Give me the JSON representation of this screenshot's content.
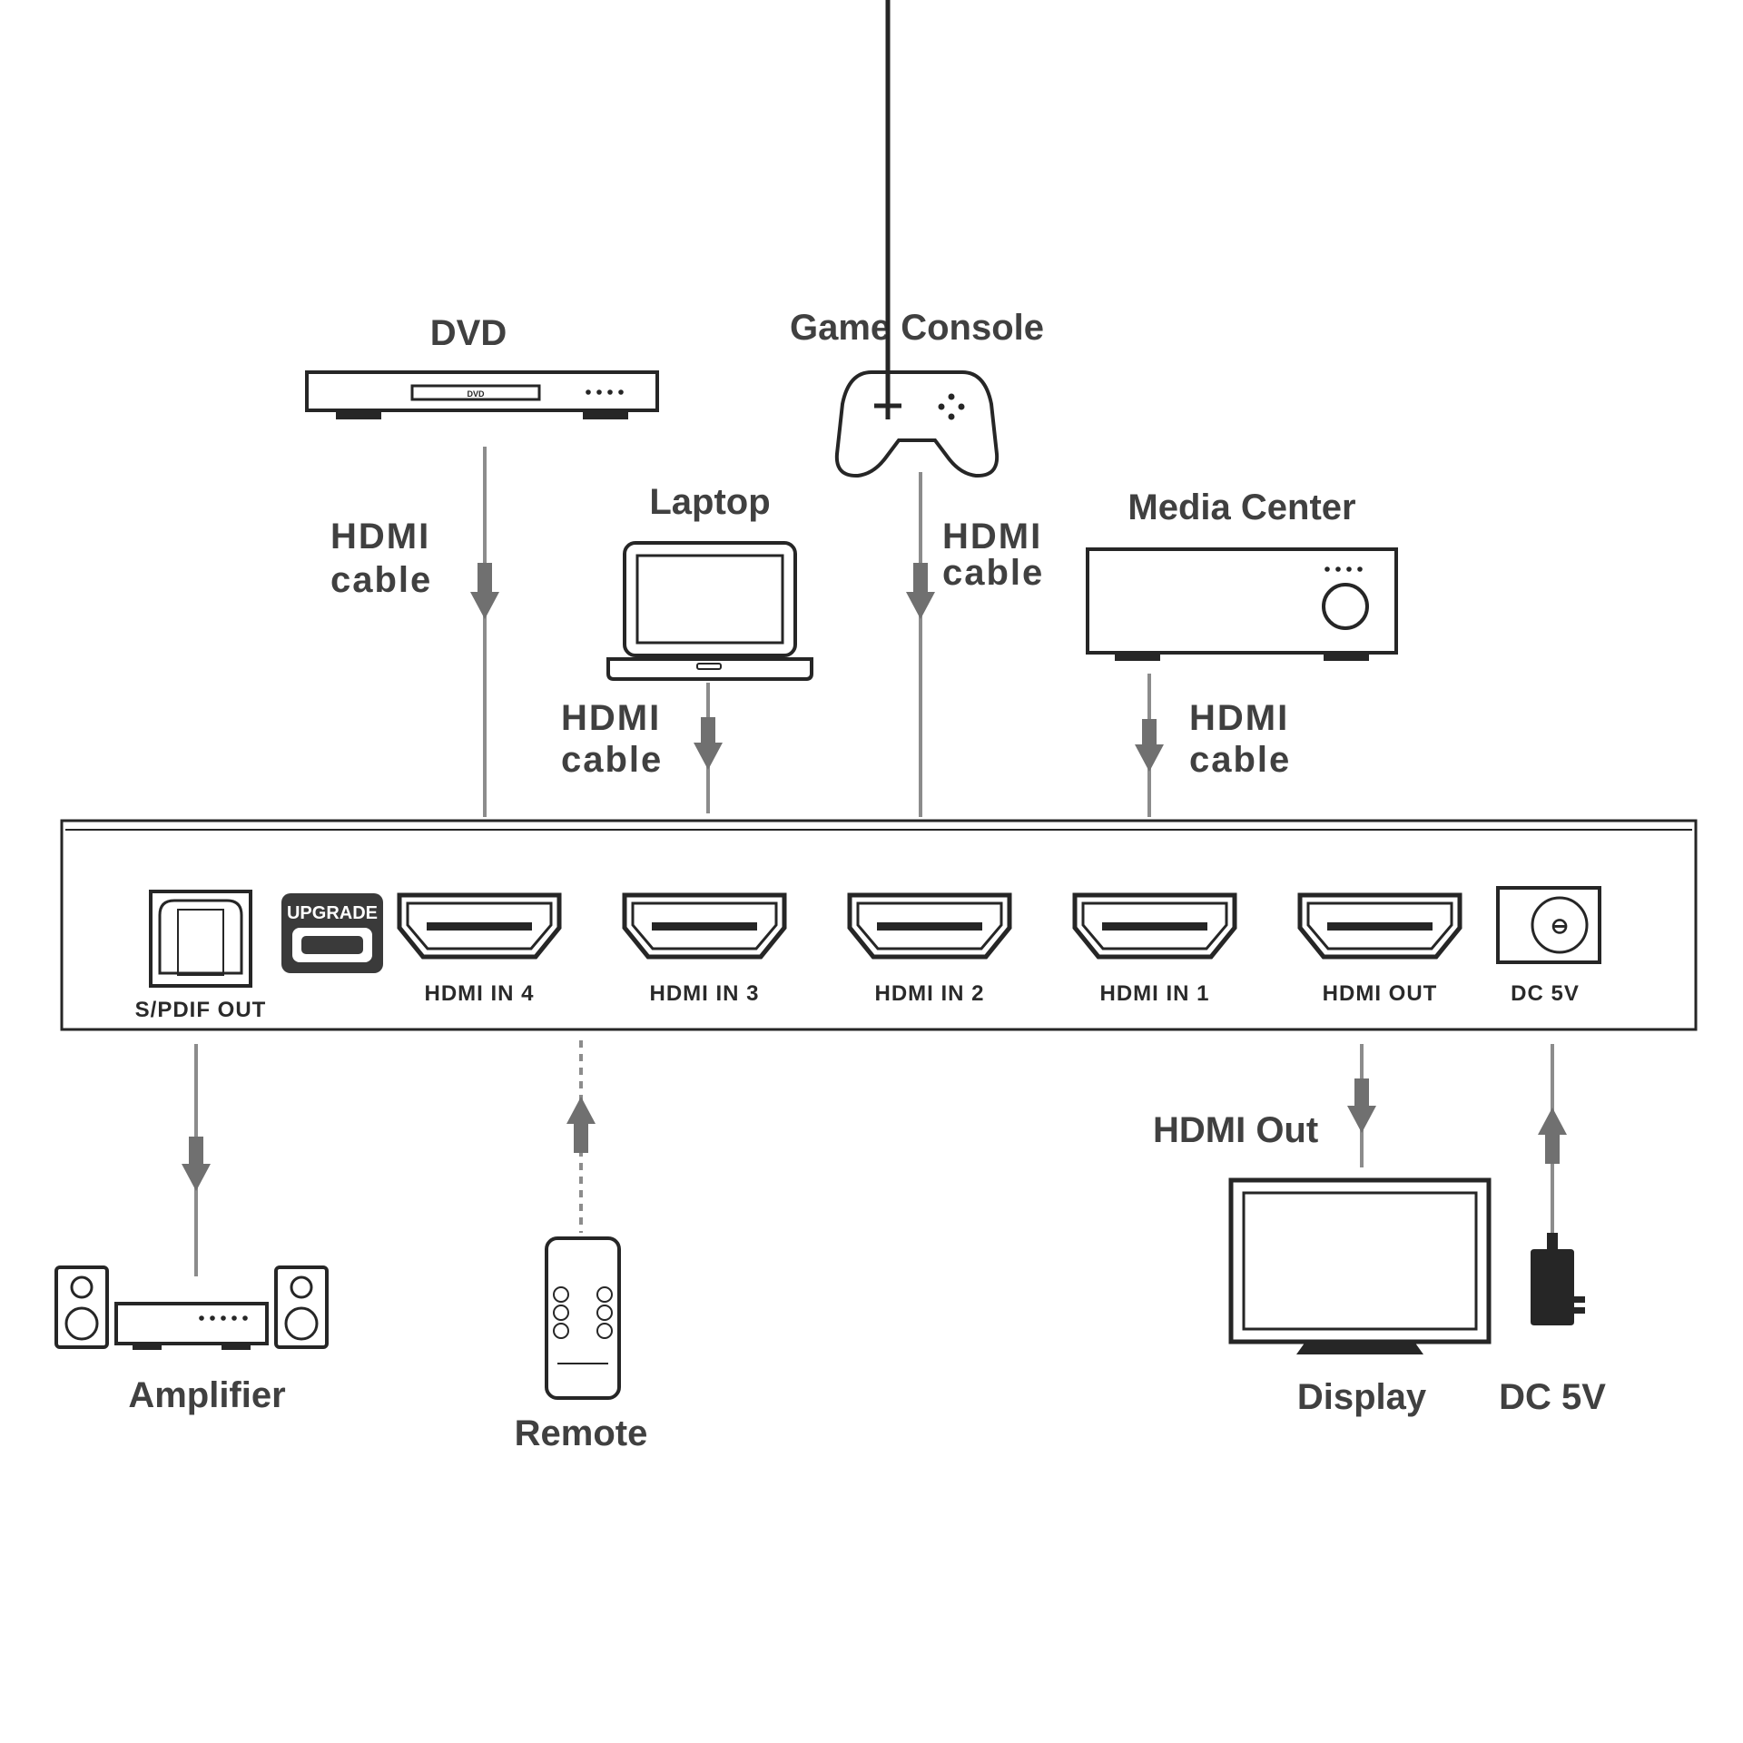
{
  "devices": {
    "dvd": {
      "label": "DVD",
      "tray_text": "DVD"
    },
    "game_console": {
      "label": "Game Console"
    },
    "laptop": {
      "label": "Laptop"
    },
    "media_center": {
      "label": "Media Center"
    },
    "amplifier": {
      "label": "Amplifier"
    },
    "remote": {
      "label": "Remote"
    },
    "display": {
      "label": "Display"
    },
    "power_adapter": {
      "label": "DC 5V"
    }
  },
  "cables": {
    "dvd": {
      "line1": "HDMI",
      "line2": "cable"
    },
    "laptop": {
      "line1": "HDMI",
      "line2": "cable"
    },
    "game_console": {
      "line1": "HDMI",
      "line2": "cable"
    },
    "media_center": {
      "line1": "HDMI",
      "line2": "cable"
    },
    "display": {
      "label": "HDMI Out"
    }
  },
  "switch_panel": {
    "spdif_label": "S/PDIF OUT",
    "upgrade_label": "UPGRADE",
    "ports": [
      "HDMI IN 4",
      "HDMI IN 3",
      "HDMI IN 2",
      "HDMI IN 1",
      "HDMI OUT"
    ],
    "dc_label": "DC 5V"
  },
  "icons": {
    "dvd": "dvd-player-icon",
    "game_console": "gamepad-icon",
    "laptop": "laptop-icon",
    "media_center": "media-box-icon",
    "amplifier": "amplifier-speakers-icon",
    "remote": "remote-control-icon",
    "display": "monitor-icon",
    "power_adapter": "power-adapter-icon"
  },
  "colors": {
    "line": "#262626",
    "wire": "#8c8c8c",
    "arrow": "#707070",
    "text": "#404040"
  }
}
